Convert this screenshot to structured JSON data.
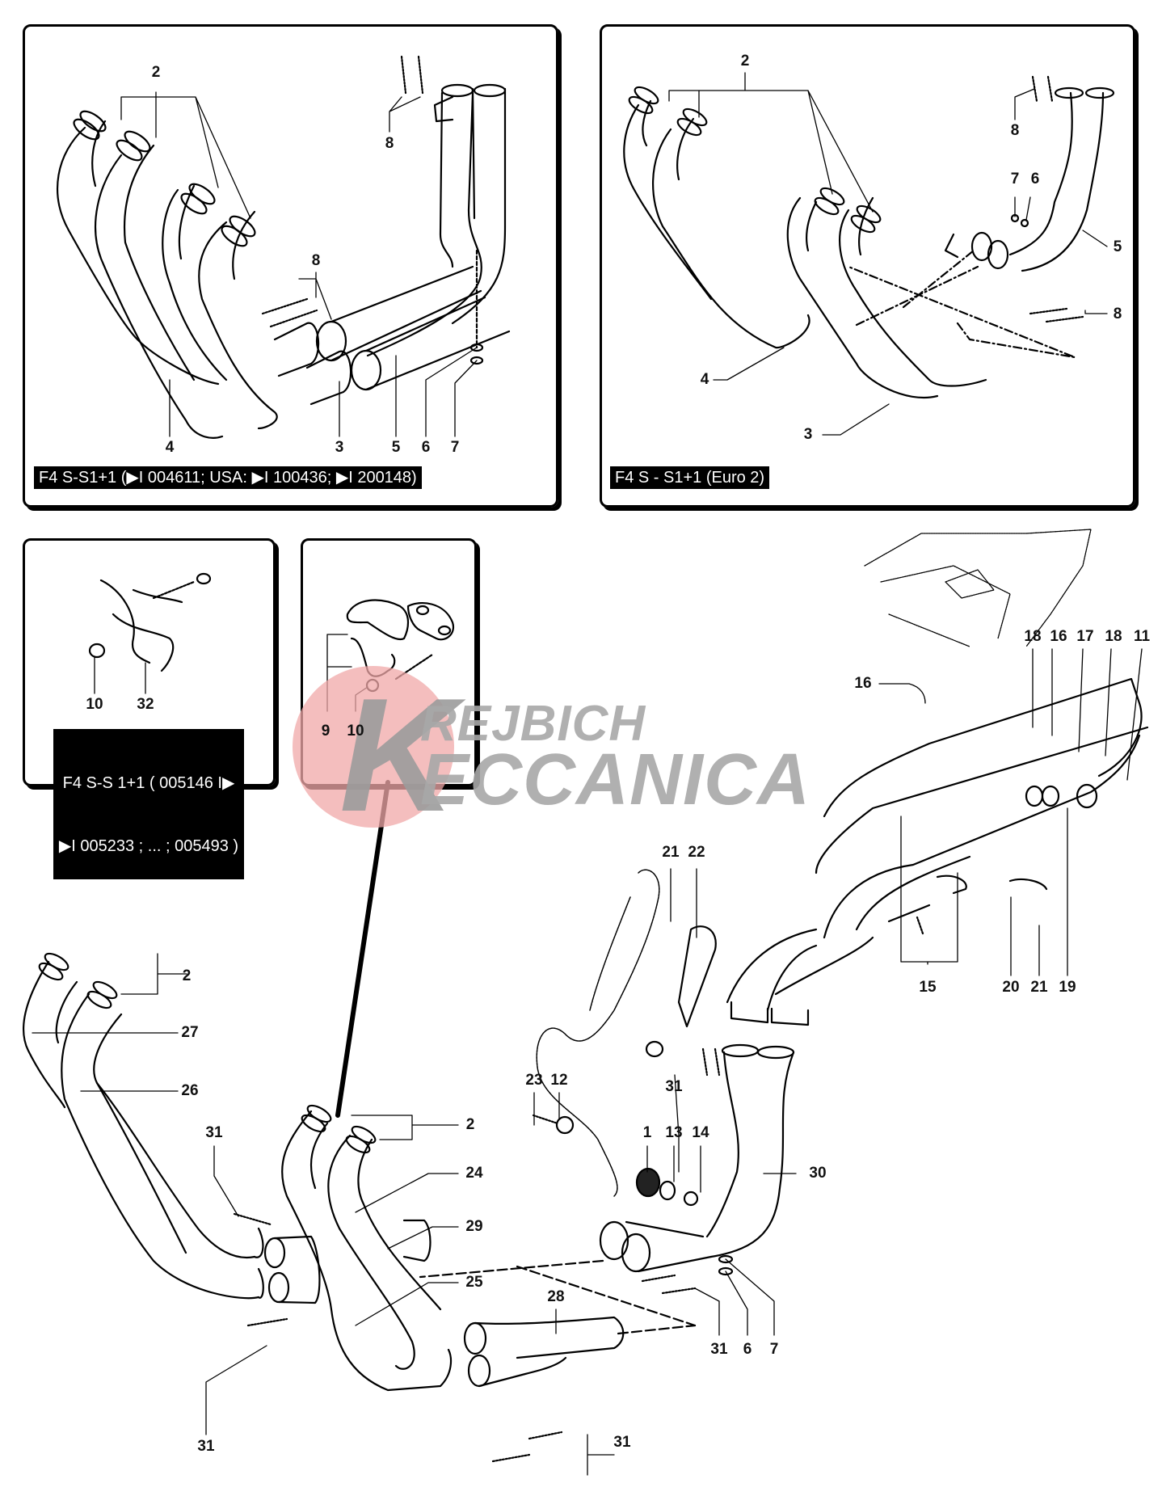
{
  "diagram": {
    "type": "exploded-parts-diagram",
    "subject": "exhaust system",
    "watermark": {
      "line1": "REJBICH",
      "line2": "ECCANICA",
      "initial": "K"
    },
    "panels": [
      {
        "id": "top-left",
        "caption": "F4 S-S1+1 (▶I 004611; USA: ▶I 100436; ▶I 200148)",
        "labels": [
          "2",
          "8",
          "8",
          "4",
          "3",
          "5",
          "6",
          "7"
        ]
      },
      {
        "id": "top-right",
        "caption": "F4 S - S1+1 (Euro 2)",
        "labels": [
          "2",
          "8",
          "7",
          "6",
          "5",
          "8",
          "4",
          "3"
        ]
      },
      {
        "id": "middle-left",
        "caption_line1": "F4 S-S 1+1 ( 005146 I▶",
        "caption_line2": "▶I 005233 ; ... ; 005493 )",
        "labels": [
          "10",
          "32"
        ]
      },
      {
        "id": "middle-center",
        "labels": [
          "9",
          "10"
        ]
      }
    ],
    "main_labels": {
      "l16a": "16",
      "l18a": "18",
      "l16b": "16",
      "l17": "17",
      "l18b": "18",
      "l11": "11",
      "l21a": "21",
      "l22": "22",
      "l15": "15",
      "l20": "20",
      "l21b": "21",
      "l19": "19",
      "l2a": "2",
      "l27": "27",
      "l26": "26",
      "l31a": "31",
      "l2b": "2",
      "l24": "24",
      "l29": "29",
      "l25": "25",
      "l31b": "31",
      "l23": "23",
      "l12": "12",
      "l1": "1",
      "l13": "13",
      "l14": "14",
      "l31c": "31",
      "l30": "30",
      "l28": "28",
      "l31d": "31",
      "l6": "6",
      "l7": "7",
      "l31e": "31"
    }
  }
}
